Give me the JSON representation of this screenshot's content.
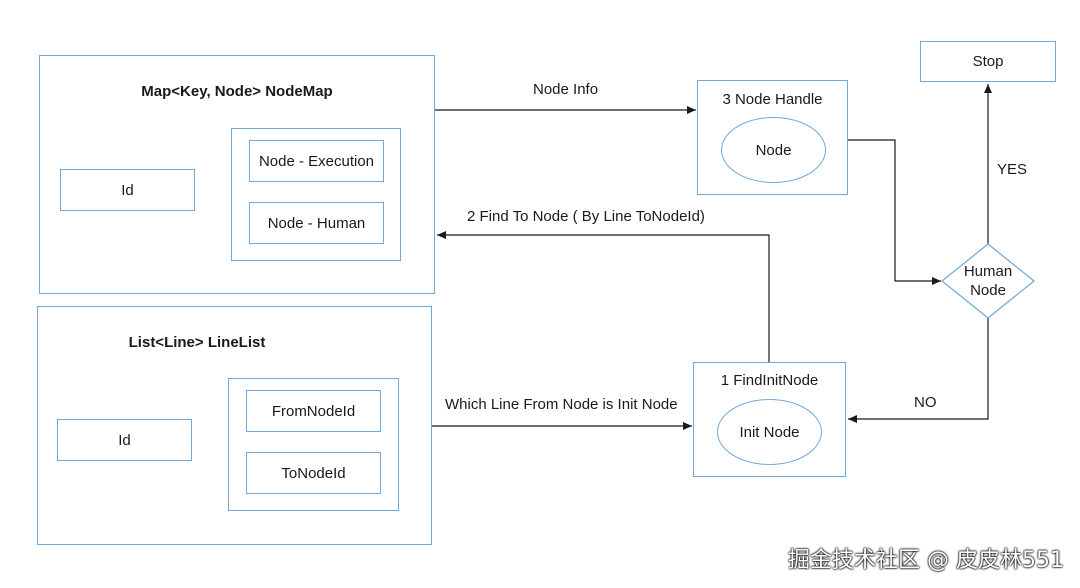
{
  "nodemap": {
    "title": "Map<Key, Node> NodeMap",
    "id_label": "Id",
    "items": [
      "Node - Execution",
      "Node - Human"
    ]
  },
  "linelist": {
    "title": "List<Line> LineList",
    "id_label": "Id",
    "items": [
      "FromNodeId",
      "ToNodeId"
    ]
  },
  "node_handle": {
    "title": "3 Node Handle",
    "inner": "Node"
  },
  "find_init": {
    "title": "1 FindInitNode",
    "inner": "Init Node"
  },
  "decision": {
    "line1": "Human",
    "line2": "Node"
  },
  "stop": {
    "label": "Stop"
  },
  "edges": {
    "node_info": "Node Info",
    "find_to_node": "2 Find To Node ( By Line ToNodeId)",
    "which_line": "Which Line From Node is Init Node",
    "yes": "YES",
    "no": "NO"
  },
  "watermark": "掘金技术社区 @ 皮皮林551",
  "colors": {
    "border": "#6fa8dc",
    "arrow": "#1a1a1a"
  }
}
